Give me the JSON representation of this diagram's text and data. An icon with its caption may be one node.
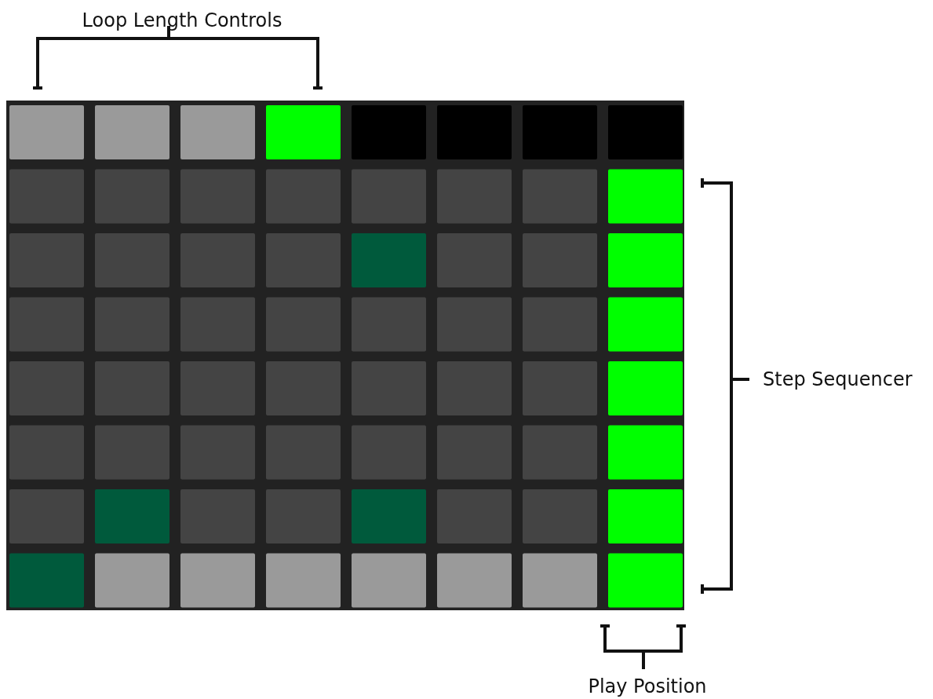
{
  "diagram": {
    "labels": [
      "Loop Length Controls",
      "Step Sequencer",
      "Play Position"
    ]
  }
}
